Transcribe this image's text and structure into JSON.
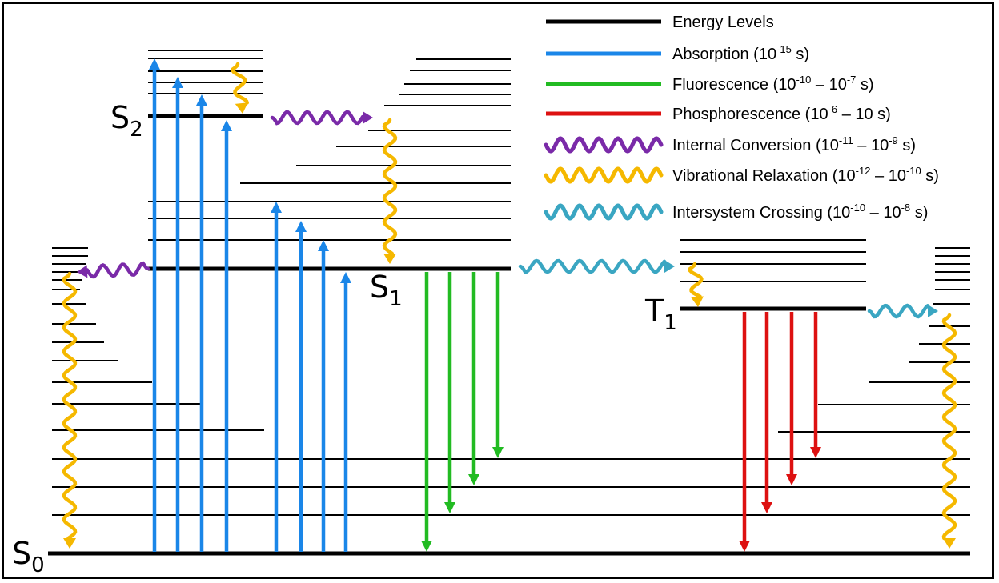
{
  "labels": {
    "s0": {
      "main": "S",
      "sub": "0"
    },
    "s1": {
      "main": "S",
      "sub": "1"
    },
    "s2": {
      "main": "S",
      "sub": "2"
    },
    "t1": {
      "main": "T",
      "sub": "1"
    }
  },
  "legend": [
    {
      "key": "energy",
      "kind": "line",
      "color": "#000000",
      "pre": "Energy Levels",
      "sup1": "",
      "mid": "",
      "sup2": "",
      "post": ""
    },
    {
      "key": "absorption",
      "kind": "line",
      "color": "#1a86e8",
      "pre": "Absorption (10",
      "sup1": "-15",
      "mid": " s)",
      "sup2": "",
      "post": ""
    },
    {
      "key": "fluorescence",
      "kind": "line",
      "color": "#22bb22",
      "pre": "Fluorescence (10",
      "sup1": "-10",
      "mid": " – 10",
      "sup2": "-7",
      "post": " s)"
    },
    {
      "key": "phosphorescence",
      "kind": "line",
      "color": "#dd1111",
      "pre": "Phosphorescence (10",
      "sup1": "-6",
      "mid": " – 10 s)",
      "sup2": "",
      "post": ""
    },
    {
      "key": "internal_conversion",
      "kind": "wave",
      "color": "#7a2aa8",
      "pre": "Internal Conversion (10",
      "sup1": "-11",
      "mid": " – 10",
      "sup2": "-9",
      "post": " s)"
    },
    {
      "key": "vibrational_relaxation",
      "kind": "wave",
      "color": "#f5b800",
      "pre": "Vibrational Relaxation (10",
      "sup1": "-12",
      "mid": " – 10",
      "sup2": "-10",
      "post": " s)"
    },
    {
      "key": "intersystem_crossing",
      "kind": "wave",
      "color": "#3aa6c2",
      "pre": "Intersystem Crossing (10",
      "sup1": "-10",
      "mid": " – 10",
      "sup2": "-8",
      "post": " s)"
    }
  ],
  "colors": {
    "energy": "#000000",
    "absorption": "#1a86e8",
    "fluorescence": "#22bb22",
    "phosphorescence": "#dd1111",
    "internal_conversion": "#7a2aa8",
    "vibrational_relaxation": "#f5b800",
    "intersystem_crossing": "#3aa6c2"
  }
}
